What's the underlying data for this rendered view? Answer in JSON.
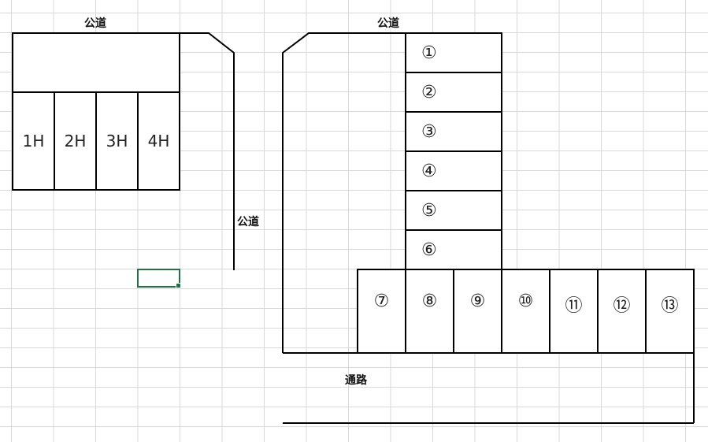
{
  "labels": {
    "road_top_left": "公道",
    "road_top_right": "公道",
    "road_middle": "公道",
    "passage": "通路"
  },
  "houses": [
    "1H",
    "2H",
    "3H",
    "4H"
  ],
  "parking_vertical": [
    "①",
    "②",
    "③",
    "④",
    "⑤",
    "⑥"
  ],
  "parking_horizontal": [
    "⑦",
    "⑧",
    "⑨",
    "⑩",
    "⑪",
    "⑫",
    "⑬"
  ],
  "colors": {
    "selection": "#217346",
    "grid": "#d9d9d9"
  }
}
